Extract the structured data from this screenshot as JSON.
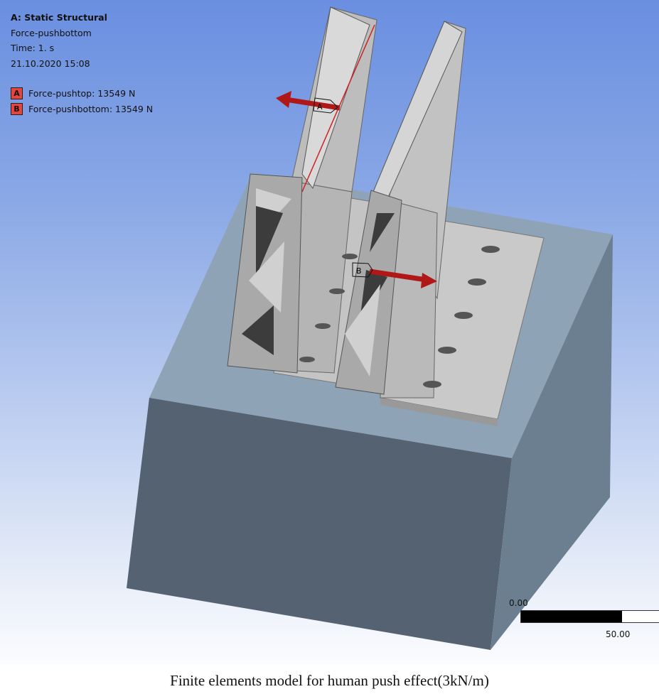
{
  "header": {
    "analysis_title": "A: Static Structural",
    "result_name": "Force-pushbottom",
    "time": "Time: 1. s",
    "date": "21.10.2020 15:08"
  },
  "legend": [
    {
      "tag": "A",
      "label": "Force-pushtop: 13549 N"
    },
    {
      "tag": "B",
      "label": "Force-pushbottom: 13549 N"
    }
  ],
  "scale_bar": {
    "start": "0.00",
    "end": "50.00"
  },
  "colors": {
    "force_arrow": "#b01818",
    "legend_box": "#e8443a"
  },
  "caption": "Finite elements model for human push effect(3kN/m)"
}
